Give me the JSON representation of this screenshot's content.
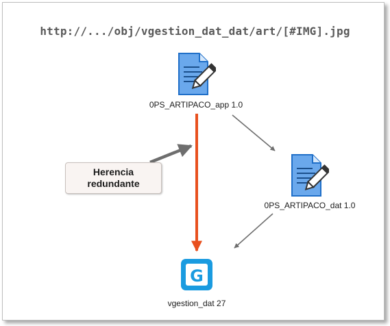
{
  "title": "http://.../obj/vgestion_dat_dat/art/[#IMG].jpg",
  "nodes": {
    "app": {
      "label": "0PS_ARTIPACO_app 1.0",
      "icon": "document-edit-icon"
    },
    "dat": {
      "label": "0PS_ARTIPACO_dat 1.0",
      "icon": "document-edit-icon"
    },
    "vgestion": {
      "label": "vgestion_dat 27",
      "icon": "g-logo-icon",
      "glyph": "G"
    }
  },
  "callout": {
    "line1": "Herencia",
    "line2": "redundante"
  },
  "colors": {
    "redundant_edge": "#e8501e",
    "edge": "#6e6e6e",
    "doc_fill": "#6aa8ec",
    "doc_stroke": "#1f6fc8",
    "g_logo": "#1a9be0"
  }
}
